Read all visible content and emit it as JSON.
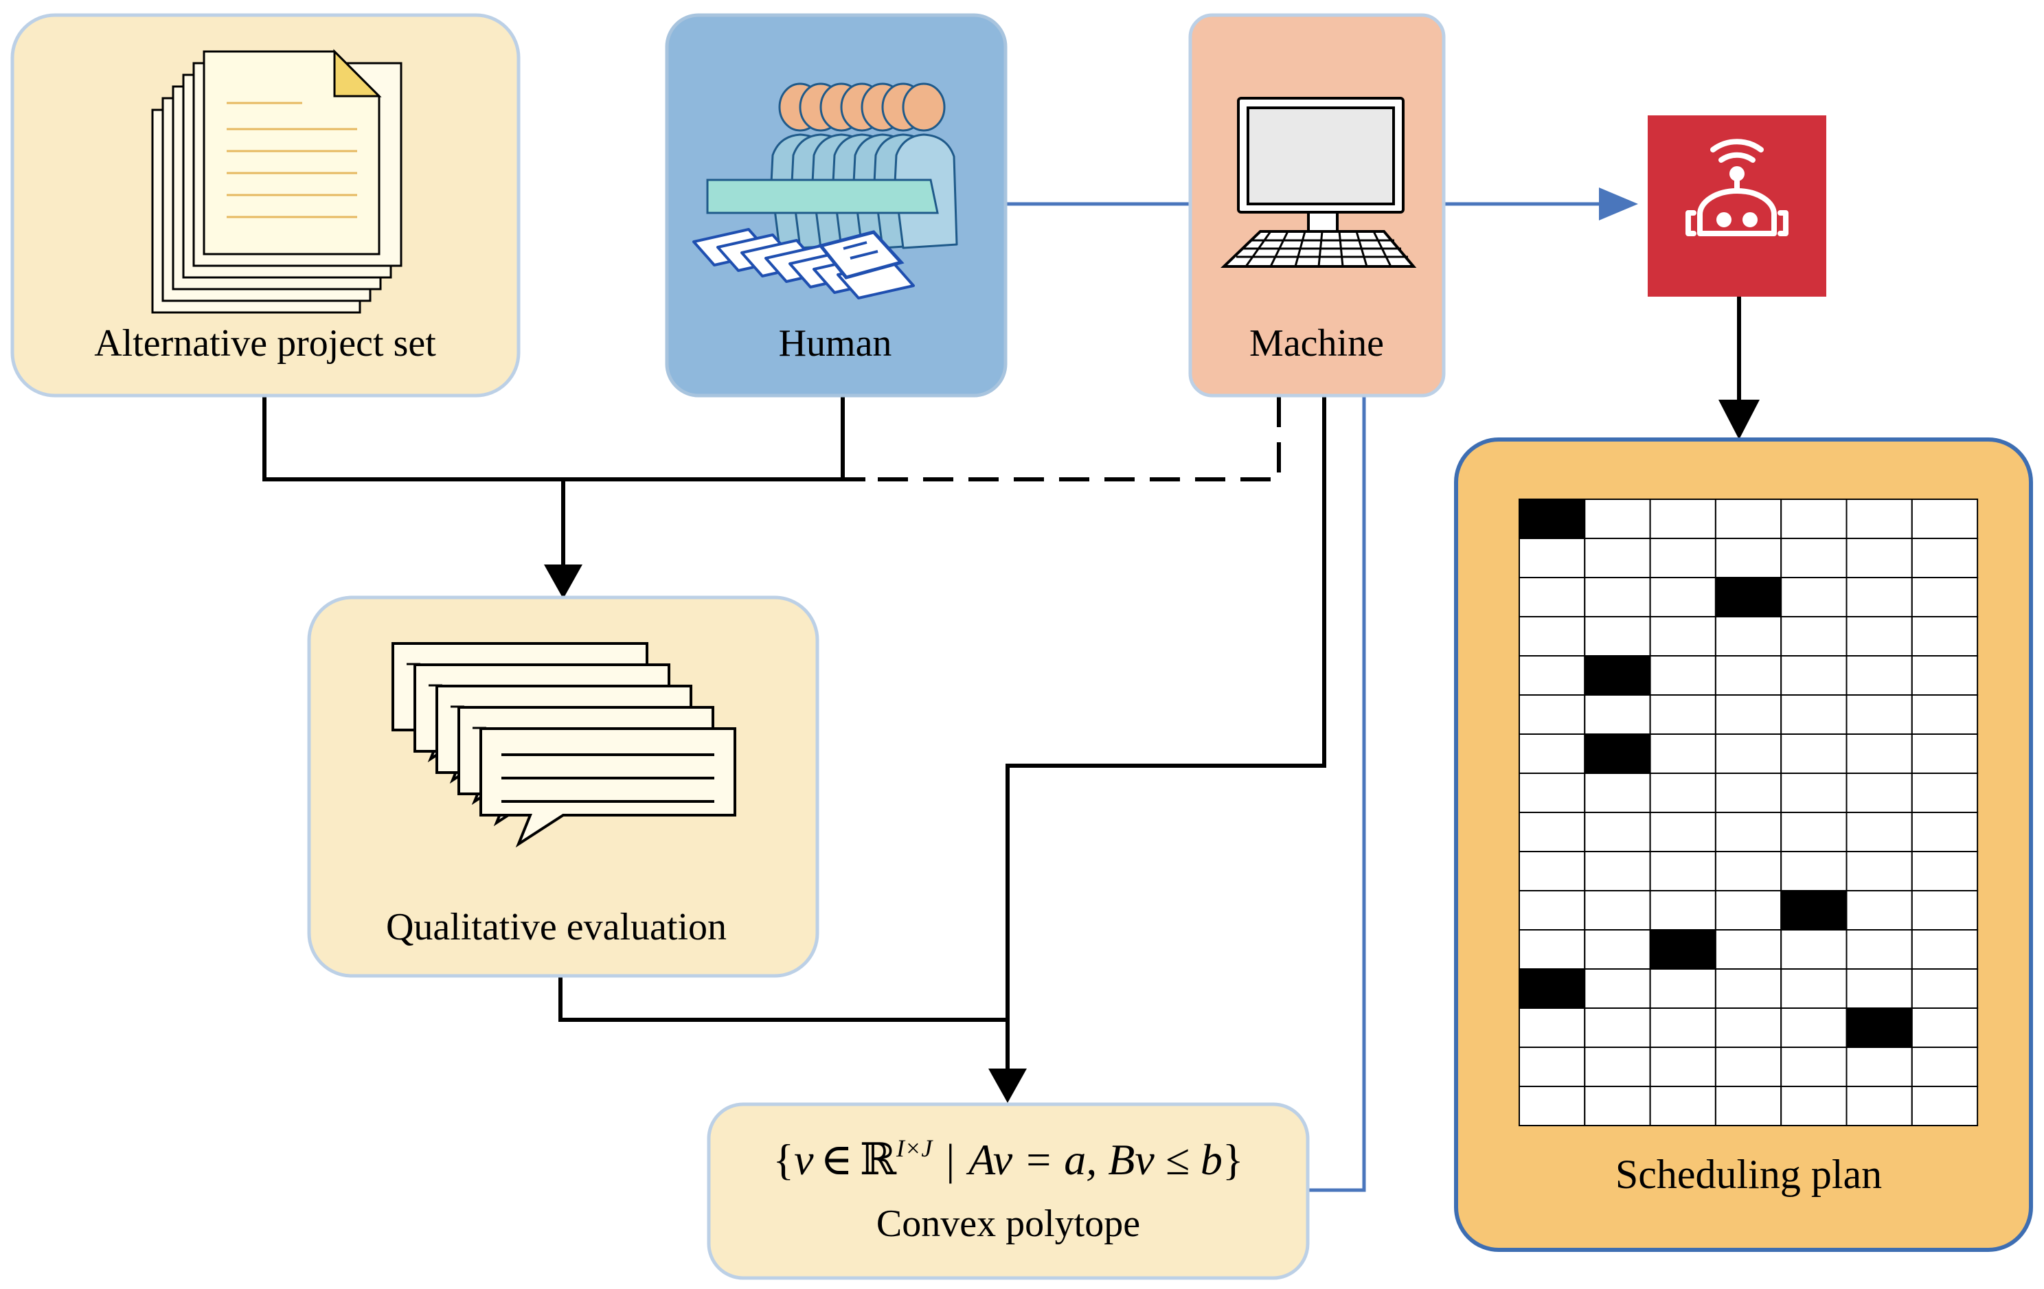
{
  "nodes": {
    "projects": {
      "label": "Alternative project set",
      "icon": "document-stack-icon"
    },
    "human": {
      "label": "Human",
      "icon": "people-group-icon"
    },
    "machine": {
      "label": "Machine",
      "icon": "computer-icon"
    },
    "robot": {
      "icon": "robot-icon"
    },
    "evaluation": {
      "label": "Qualitative evaluation",
      "icon": "speech-bubbles-icon"
    },
    "polytope": {
      "label": "Convex polytope",
      "formula": {
        "open": "{",
        "v": "v",
        "in": "∈",
        "R": "ℝ",
        "sup": "I×J",
        "bar": "|",
        "lhs": "Av = a, Bv ≤ b",
        "close": "}"
      }
    },
    "schedule": {
      "label": "Scheduling plan",
      "grid": {
        "rows": 16,
        "cols": 7,
        "filled": [
          [
            0,
            0
          ],
          [
            2,
            3
          ],
          [
            4,
            1
          ],
          [
            6,
            1
          ],
          [
            10,
            4
          ],
          [
            11,
            2
          ],
          [
            12,
            0
          ],
          [
            13,
            5
          ]
        ]
      }
    }
  },
  "colors": {
    "cream_fill": "#faebc6",
    "cream_border": "#bcd0e6",
    "human_fill": "#8fb8dc",
    "human_border": "#a8c4de",
    "machine_fill": "#f4c2a6",
    "machine_border": "#bcd0e6",
    "robot_fill": "#d0303b",
    "schedule_fill": "#f7c675",
    "schedule_border": "#3e6eb2",
    "blue_line": "#4a76bc",
    "black_line": "#000000"
  }
}
